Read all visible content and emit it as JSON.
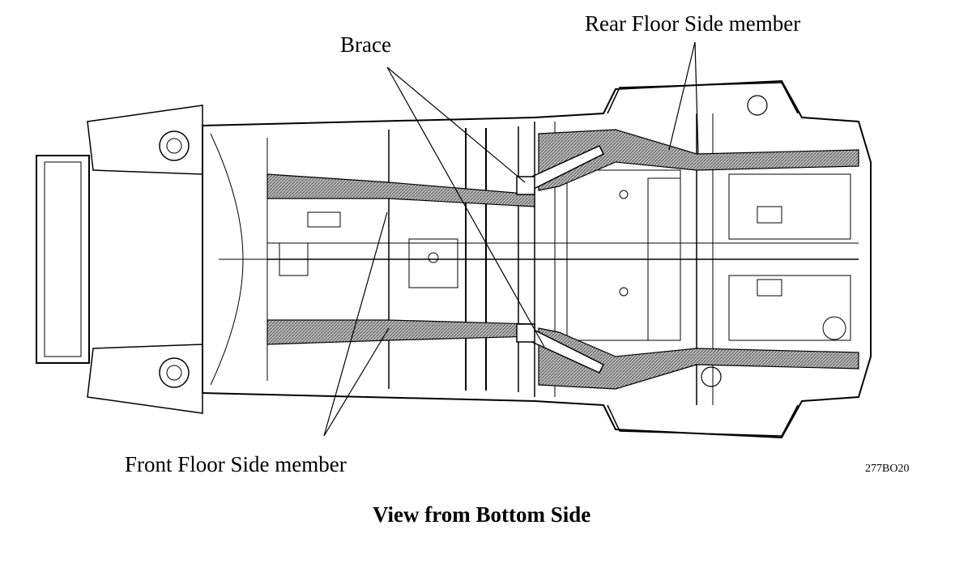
{
  "labels": {
    "brace": "Brace",
    "rear_floor_side_member": "Rear Floor Side member",
    "front_floor_side_member": "Front Floor Side member",
    "figure_code": "277BO20",
    "caption": "View from Bottom Side"
  },
  "colors": {
    "line": "#000000",
    "highlight_fill": "#8c8c8c",
    "background": "#ffffff"
  }
}
